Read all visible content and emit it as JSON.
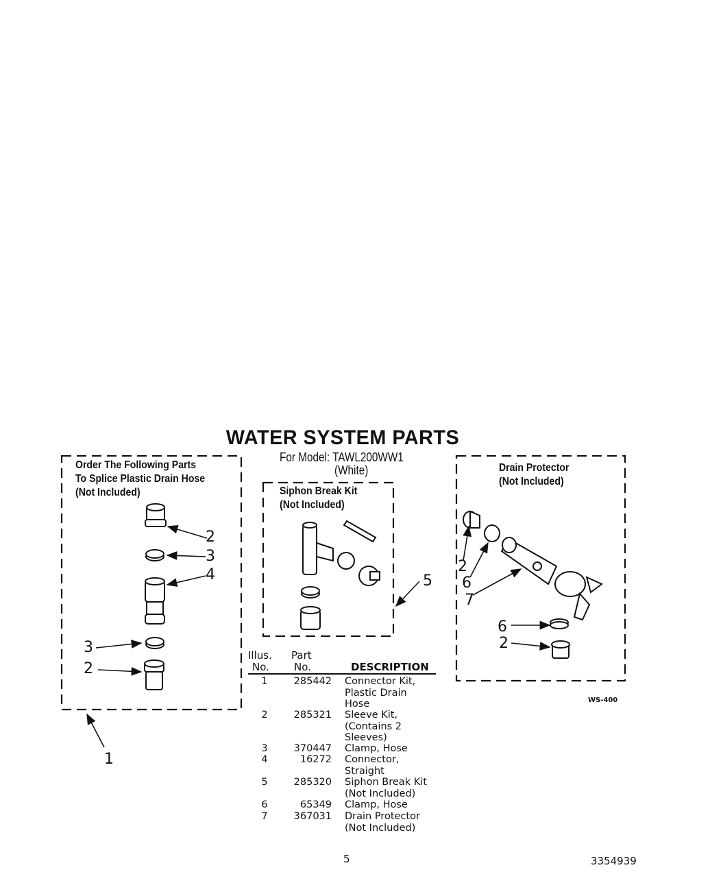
{
  "header": {
    "title": "WATER SYSTEM PARTS",
    "model_line": "For Model: TAWL200WW1",
    "color_line": "(White)"
  },
  "left_box": {
    "heading": [
      "Order The Following Parts",
      "To Splice Plastic Drain Hose",
      "(Not Included)"
    ],
    "callouts": [
      "2",
      "3",
      "4",
      "3",
      "2"
    ],
    "group_callout": "1"
  },
  "siphon_box": {
    "heading": [
      "Siphon Break Kit",
      "(Not Included)"
    ],
    "group_callout": "5"
  },
  "drain_box": {
    "heading": [
      "Drain Protector",
      "(Not Included)"
    ],
    "callouts": [
      "2",
      "6",
      "7",
      "6",
      "2"
    ],
    "code": "WS-400"
  },
  "parts_table": {
    "col_illus": [
      "Illus.",
      "No."
    ],
    "col_part": [
      "Part",
      "No."
    ],
    "col_desc": "DESCRIPTION",
    "rows": [
      {
        "illus": "1",
        "part": "285442",
        "desc": [
          "Connector Kit,",
          "Plastic Drain",
          "Hose"
        ]
      },
      {
        "illus": "2",
        "part": "285321",
        "desc": [
          "Sleeve Kit,",
          "(Contains 2",
          "Sleeves)"
        ]
      },
      {
        "illus": "3",
        "part": "370447",
        "desc": [
          "Clamp, Hose"
        ]
      },
      {
        "illus": "4",
        "part": "16272",
        "desc": [
          "Connector,",
          "Straight"
        ]
      },
      {
        "illus": "5",
        "part": "285320",
        "desc": [
          "Siphon Break Kit",
          "(Not Included)"
        ]
      },
      {
        "illus": "6",
        "part": "65349",
        "desc": [
          "Clamp, Hose"
        ]
      },
      {
        "illus": "7",
        "part": "367031",
        "desc": [
          "Drain Protector",
          "(Not Included)"
        ]
      }
    ]
  },
  "footer": {
    "page_number": "5",
    "doc_number": "3354939"
  }
}
